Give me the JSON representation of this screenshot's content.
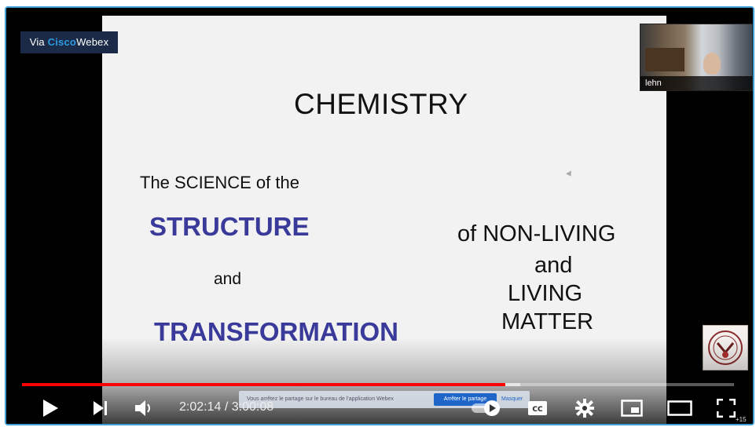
{
  "overlay": {
    "brand_prefix": "Via ",
    "brand_cisco": "Cisco",
    "brand_webex": "Webex"
  },
  "slide": {
    "title": "CHEMISTRY",
    "line_science": "The SCIENCE of the",
    "structure": "STRUCTURE",
    "and_left": "and",
    "transformation": "TRANSFORMATION",
    "right_line1": "of  NON-LIVING",
    "right_line2": "and",
    "right_line3": "LIVING",
    "right_line4": "MATTER"
  },
  "camera": {
    "participant_name": "lehn"
  },
  "share_banner": {
    "message": "Vous arrêtez le partage sur le bureau de l'application Webex",
    "stop_button": "Arrêter le partage",
    "pause_button": "Masquer"
  },
  "player": {
    "current_time": "2:02:14",
    "duration": "3:00:08",
    "time_separator": " / ",
    "played_fraction": 0.6788,
    "buffered_fraction": 0.7,
    "speed_label": "+15",
    "icons": {
      "play": "play-icon",
      "next": "next-icon",
      "volume": "volume-icon",
      "autoplay": "autoplay-toggle-icon",
      "captions": "captions-icon",
      "settings": "gear-icon",
      "miniplayer": "miniplayer-icon",
      "theater": "theater-icon",
      "fullscreen": "fullscreen-icon"
    },
    "colors": {
      "progress": "#ff0000",
      "frame_border": "#3d9fd6"
    }
  }
}
